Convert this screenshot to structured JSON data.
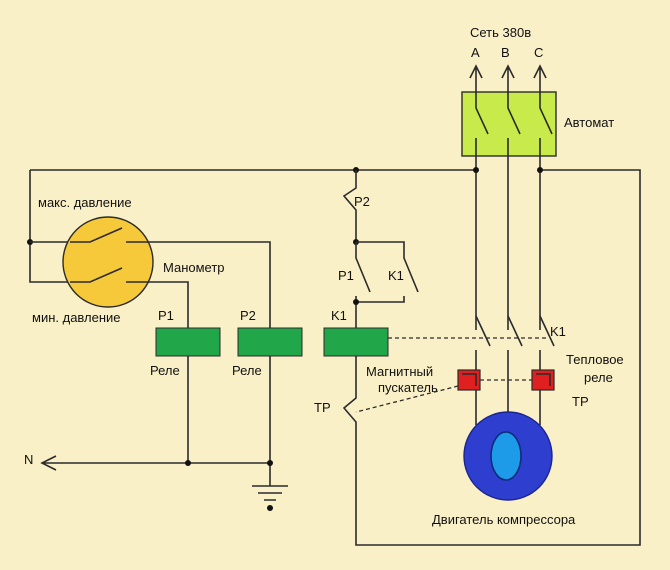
{
  "supply": {
    "label": "Сеть 380в",
    "phase_a": "A",
    "phase_b": "B",
    "phase_c": "C"
  },
  "breaker": {
    "label": "Автомат"
  },
  "gauge": {
    "label": "Манометр",
    "max_label": "макс. давление",
    "min_label": "мин. давление"
  },
  "relay1": {
    "contact_top": "P1",
    "caption": "Реле",
    "contact_label": "P1"
  },
  "relay2": {
    "contact_top": "P2",
    "caption": "Реле",
    "contact_label": "P2"
  },
  "starter": {
    "contact_top": "K1",
    "caption_line1": "Магнитный",
    "caption_line2": "пускатель",
    "hold_contact": "K1",
    "main_contact": "K1"
  },
  "thermal": {
    "label_line1": "Тепловое",
    "label_line2": "реле",
    "label_short": "ТР",
    "contact_label": "ТР"
  },
  "motor": {
    "label": "Двигатель компрессора"
  },
  "neutral": {
    "label": "N"
  },
  "colors": {
    "background": "#faf0c8",
    "breaker": "#c8ea4a",
    "relay": "#22a64a",
    "gauge": "#f6c93a",
    "motor_ring": "#2e3fcf",
    "motor_core": "#1e9be8",
    "thermal": "#e02020"
  }
}
